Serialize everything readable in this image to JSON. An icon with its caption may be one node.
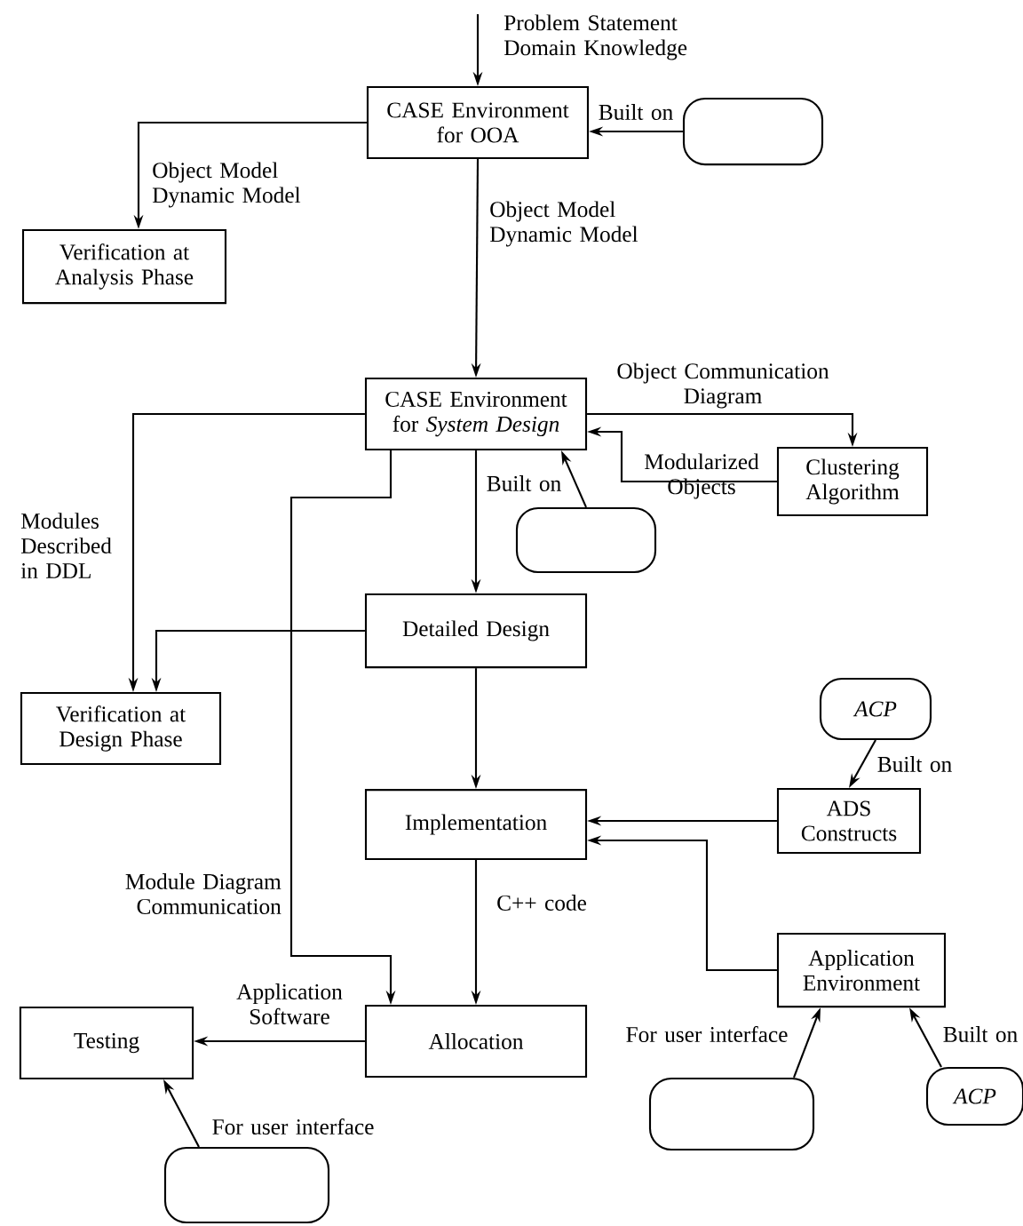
{
  "diagram": {
    "nodes": [
      {
        "text": [
          "CASE Environment for OOA"
        ]
      },
      {
        "text": [],
        "shape": "cloud"
      },
      {
        "text": [
          "Verification at Analysis Phase"
        ]
      },
      {
        "text": [
          "CASE Environment for *System Design*"
        ]
      },
      {
        "text": [
          "Clustering Algorithm"
        ]
      },
      {
        "text": [],
        "shape": "cloud"
      },
      {
        "text": [
          "Detailed Design"
        ]
      },
      {
        "text": [
          "Verification at Design Phase"
        ]
      },
      {
        "text": [
          "ACP"
        ]
      },
      {
        "text": [
          "ADS Constructs"
        ]
      },
      {
        "text": [
          "Implementation"
        ]
      },
      {
        "text": [
          "Application Environment"
        ]
      },
      {
        "text": [
          "Testing"
        ]
      },
      {
        "text": [
          "Allocation"
        ]
      },
      {
        "text": [],
        "shape": "cloud"
      },
      {
        "text": [
          "ACP"
        ]
      },
      {
        "text": [],
        "shape": "cloud"
      }
    ],
    "edges": [
      {
        "from": null,
        "to": 0,
        "arrow": "to",
        "label": "Problem Statement Domain Knowledge"
      },
      {
        "from": 1,
        "to": 0,
        "arrow": "to",
        "label": "Built on"
      },
      {
        "from": 0,
        "to": 2,
        "arrow": "to",
        "label": "Object Model Dynamic Model"
      },
      {
        "from": 0,
        "to": 3,
        "arrow": "to",
        "label": "Object Model Dynamic Model"
      },
      {
        "from": 3,
        "to": 4,
        "arrow": "to",
        "label": "Object Communication Diagram"
      },
      {
        "from": 4,
        "to": 3,
        "arrow": "to",
        "label": "Modularized Objects"
      },
      {
        "from": 3,
        "to": 6,
        "arrow": "to"
      },
      {
        "from": 5,
        "to": 3,
        "arrow": "to",
        "label": "Built on"
      },
      {
        "from": 3,
        "to": 7,
        "arrow": "to",
        "label": "Modules Described in DDL"
      },
      {
        "from": 6,
        "to": 7,
        "arrow": "to"
      },
      {
        "from": 3,
        "to": 13,
        "arrow": "to",
        "label": "Module Diagram Communication"
      },
      {
        "from": 6,
        "to": 10,
        "arrow": "to"
      },
      {
        "from": 8,
        "to": 9,
        "arrow": "to",
        "label": "Built on"
      },
      {
        "from": 9,
        "to": 10,
        "arrow": "to"
      },
      {
        "from": 11,
        "to": 10,
        "arrow": "to"
      },
      {
        "from": 10,
        "to": 13,
        "arrow": "to",
        "label": "C++ code"
      },
      {
        "from": 13,
        "to": 12,
        "arrow": "to",
        "label": "Application Software"
      },
      {
        "from": 14,
        "to": 11,
        "arrow": "to",
        "label": "For user interface"
      },
      {
        "from": 15,
        "to": 11,
        "arrow": "to",
        "label": "Built on"
      },
      {
        "from": 16,
        "to": 12,
        "arrow": "to",
        "label": "For user interface"
      }
    ]
  }
}
